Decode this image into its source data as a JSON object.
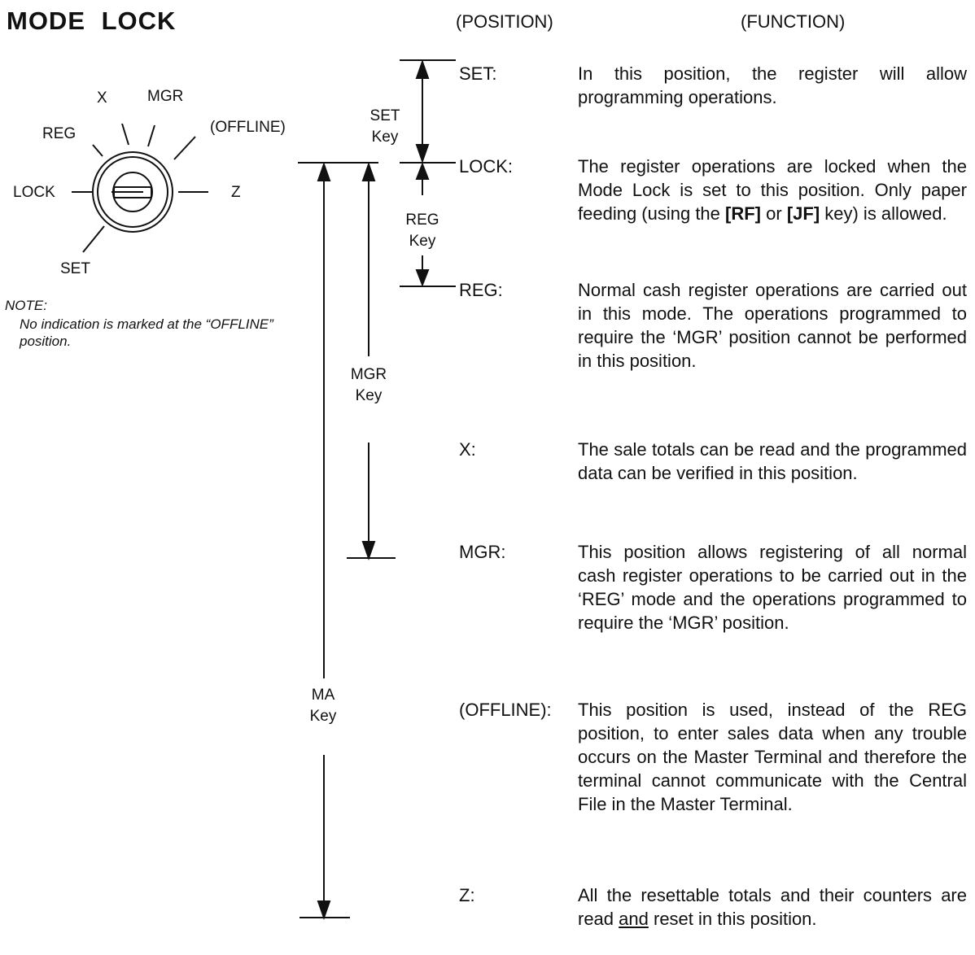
{
  "title": "MODE LOCK",
  "headers": {
    "position": "(POSITION)",
    "function": "(FUNCTION)"
  },
  "dial": {
    "labels": {
      "x": "X",
      "mgr": "MGR",
      "reg": "REG",
      "offline": "(OFFLINE)",
      "lock": "LOCK",
      "z": "Z",
      "set": "SET"
    }
  },
  "note": {
    "title": "NOTE:",
    "text": "No indication is marked at the “OFFLINE” position."
  },
  "keys": {
    "set_key": [
      "SET",
      "Key"
    ],
    "reg_key": [
      "REG",
      "Key"
    ],
    "mgr_key": [
      "MGR",
      "Key"
    ],
    "ma_key": [
      "MA",
      "Key"
    ]
  },
  "entries": [
    {
      "position": "SET:",
      "pre": "In this position, the register will allow programming operations."
    },
    {
      "position": "LOCK:",
      "pre": "The register operations are locked when the Mode Lock is set to this position. Only paper feeding (using the ",
      "b1": "[RF]",
      "mid": " or ",
      "b2": "[JF]",
      "post": " key) is allowed."
    },
    {
      "position": "REG:",
      "pre": "Normal cash register operations are carried out in this mode. The operations programmed to require the ‘MGR’ position cannot be performed in this position."
    },
    {
      "position": "X:",
      "pre": "The sale totals can be read and the programmed data can be verified in this position."
    },
    {
      "position": "MGR:",
      "pre": "This position allows registering of all normal cash register operations to be carried out in the ‘REG’ mode and the operations programmed to require the ‘MGR’ position."
    },
    {
      "position": "(OFFLINE):",
      "pre": "This position is used, instead of the REG position, to enter sales data when any trouble occurs on the Master Terminal and therefore the terminal cannot communicate with the Central File in the Master Terminal."
    },
    {
      "position": "Z:",
      "pre": "All the resettable totals and their counters are read ",
      "u": "and",
      "post": " reset in this position."
    }
  ]
}
